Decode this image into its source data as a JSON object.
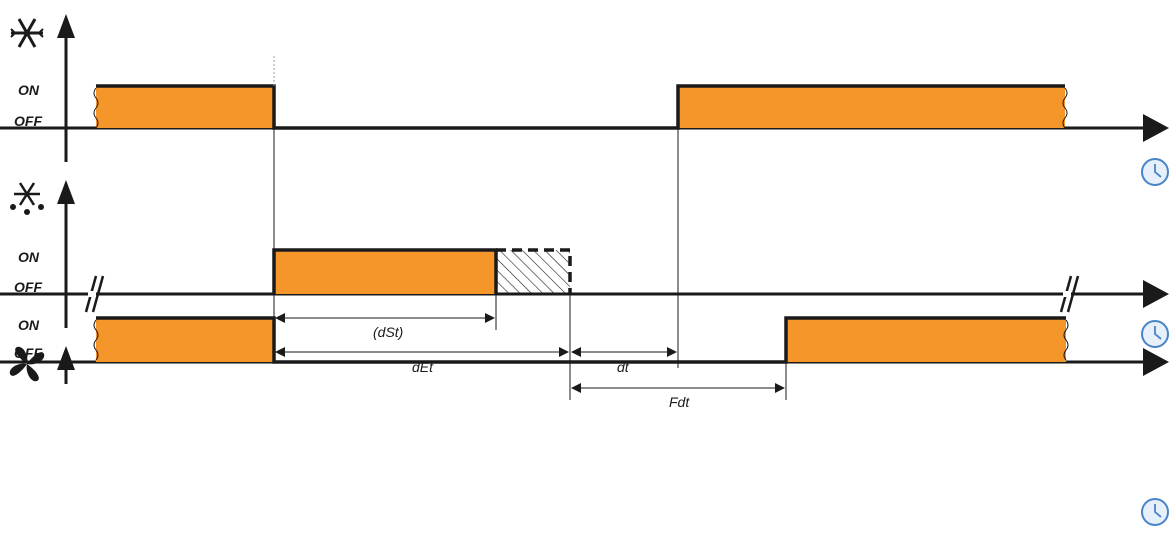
{
  "rows": [
    {
      "id": "compressor",
      "icon": "snowflake-icon",
      "on_label": "ON",
      "off_label": "OFF"
    },
    {
      "id": "defrost",
      "icon": "defrost-snowflake-drops-icon",
      "on_label": "ON",
      "off_label": "OFF"
    },
    {
      "id": "fan",
      "icon": "fan-icon",
      "on_label": "ON",
      "off_label": "OFF"
    }
  ],
  "time_icon": "clock-icon",
  "intervals": {
    "dst": "(dSt)",
    "det": "dEt",
    "dt": "dt",
    "fdt": "Fdt"
  },
  "colors": {
    "active_state": "#f5962a",
    "signal_line": "#1a1a1a",
    "clock": "#4a84c8"
  }
}
